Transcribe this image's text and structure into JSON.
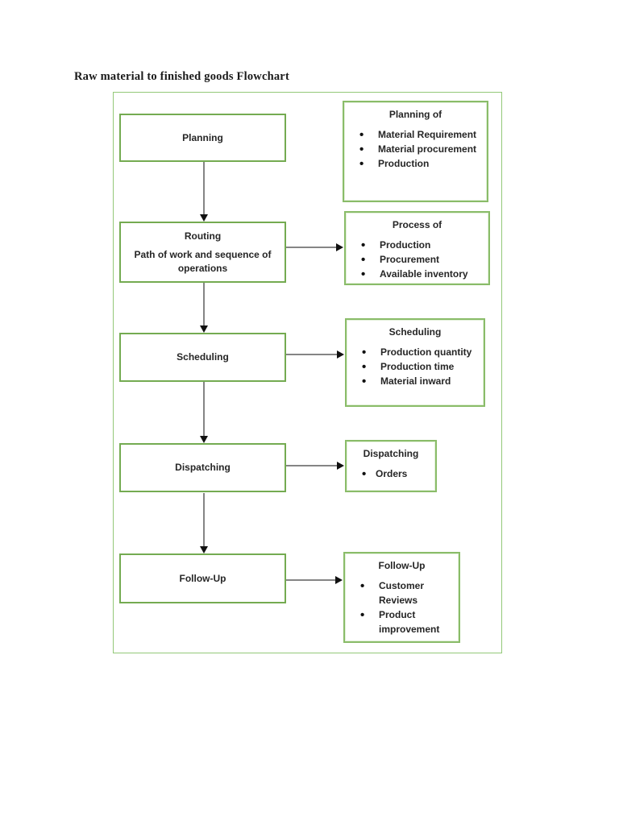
{
  "page": {
    "title": "Raw material to finished goods Flowchart"
  },
  "colors": {
    "stage_box_border": "#74ab51",
    "detail_box_border": "#8abc69",
    "outer_frame_border": "#93c878",
    "arrow_line": "#858585",
    "arrow_head": "#111111"
  },
  "flowchart": {
    "stages": [
      {
        "label": "Planning",
        "sublabel": ""
      },
      {
        "label": "Routing",
        "sublabel": "Path of work and sequence of operations"
      },
      {
        "label": "Scheduling",
        "sublabel": ""
      },
      {
        "label": "Dispatching",
        "sublabel": ""
      },
      {
        "label": "Follow-Up",
        "sublabel": ""
      }
    ],
    "details": [
      {
        "header": "Planning of",
        "bullets": [
          "Material Requirement",
          "Material procurement",
          "Production"
        ]
      },
      {
        "header": "Process of",
        "bullets": [
          "Production",
          "Procurement",
          "Available inventory"
        ]
      },
      {
        "header": "Scheduling",
        "bullets": [
          "Production quantity",
          "Production time",
          "Material inward"
        ]
      },
      {
        "header": "Dispatching",
        "bullets": [
          "Orders"
        ]
      },
      {
        "header": "Follow-Up",
        "bullets": [
          "Customer Reviews",
          "Product improvement"
        ]
      }
    ]
  }
}
